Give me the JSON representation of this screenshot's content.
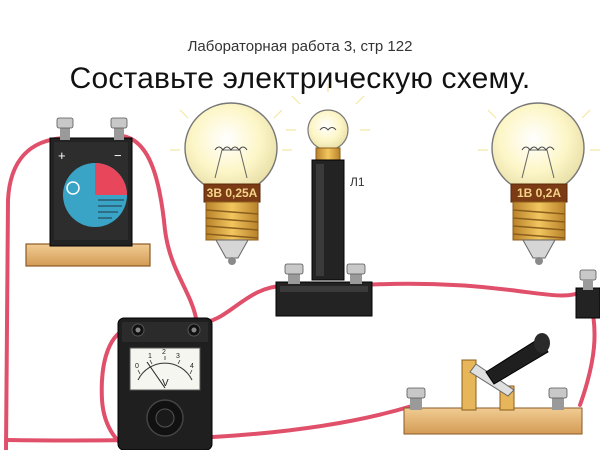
{
  "header": {
    "subtitle": "Лабораторная работа 3, стр 122",
    "title": "Составьте электрическую схему."
  },
  "lamps": {
    "left_rating": "3В 0,25А",
    "right_rating": "1В 0,2А",
    "holder_label": "Л1"
  },
  "battery": {
    "plus": "+",
    "minus": "−"
  },
  "voltmeter": {
    "unit": "V",
    "scale": [
      "0",
      "1",
      "2",
      "3",
      "4"
    ]
  },
  "colors": {
    "wire": "#e0506a",
    "brass": "#d9a441",
    "wood": "#e8b878",
    "glass": "#fdf6c8"
  }
}
